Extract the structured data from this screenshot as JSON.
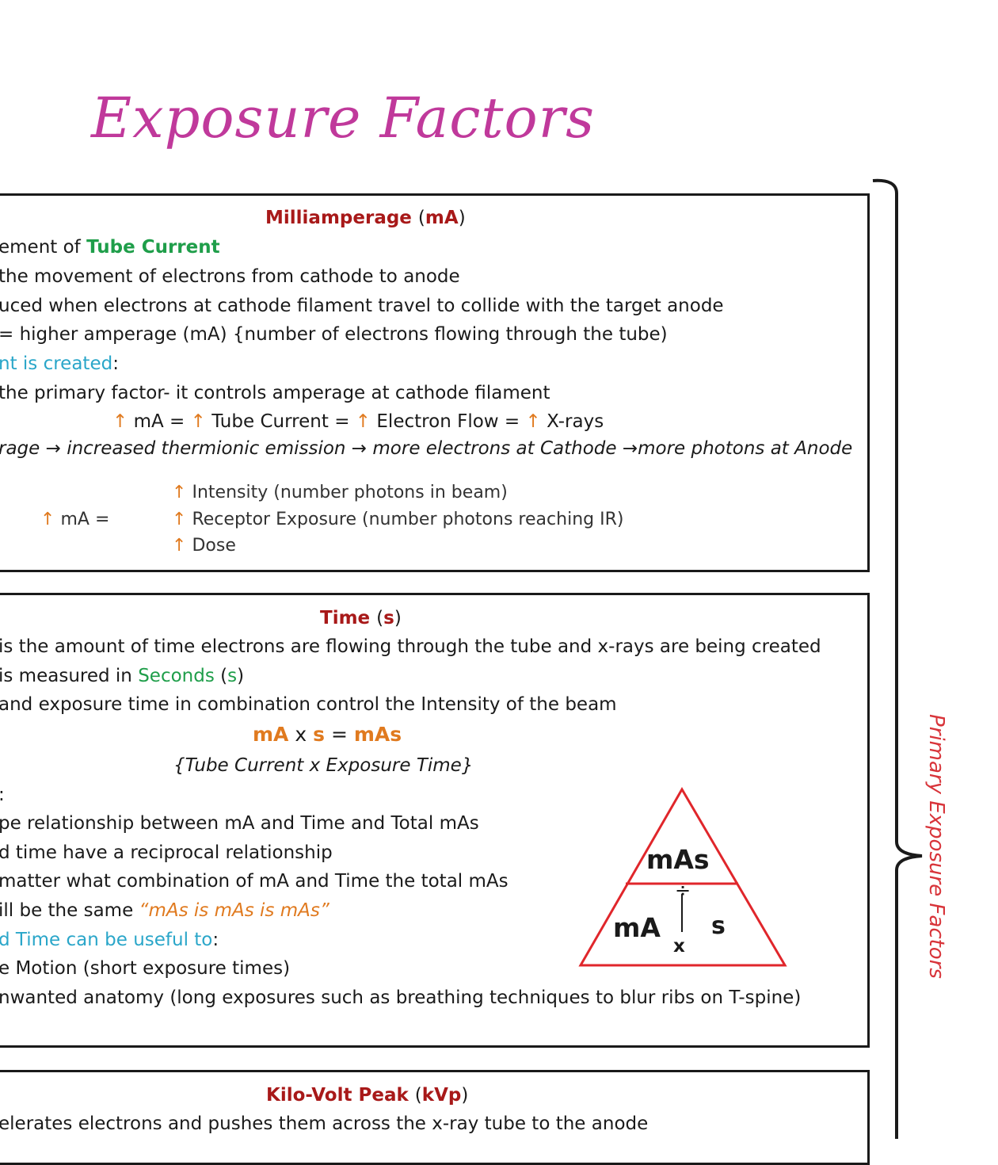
{
  "title": "Exposure Factors",
  "side_label": "Primary Exposure Factors",
  "ma_section": {
    "heading": "Milliamperage",
    "heading_abbr": "mA",
    "l1_pre": "ement of ",
    "l1_hl": "Tube Current",
    "l2": " the movement of electrons from cathode to anode",
    "l3": "uced when electrons at cathode filament travel to collide with the target anode",
    "l4": "= higher amperage (mA) {number of electrons flowing through the tube)",
    "l5_hl": "nt is created",
    "l5_post": ":",
    "l6": "the primary factor- it controls amperage at cathode filament",
    "l7": "↑ mA = ↑ Tube Current = ↑ Electron Flow = ↑ X-rays",
    "l8": "rage → increased thermionic emission → more electrons at Cathode →more photons at Anode",
    "effects_label": "↑ mA =",
    "effects": [
      "↑ Intensity (number photons in beam)",
      "↑ Receptor Exposure (number photons reaching IR)",
      "↑ Dose"
    ]
  },
  "time_section": {
    "heading": "Time",
    "heading_abbr": "s",
    "l1": " is the amount of time electrons are flowing through the tube and x-rays are being created",
    "l2_pre": " is measured in ",
    "l2_hl": "Seconds",
    "l2_abbr": "s",
    "l3": "and exposure time in combination control the Intensity of the beam",
    "formula_ma": "mA",
    "formula_x": "x",
    "formula_s": "s",
    "formula_eq": "=",
    "formula_mas": "mAs",
    "formula_desc": "{Tube Current x Exposure Time}",
    "l4": ":",
    "l5": "pe relationship between mA and Time and Total mAs",
    "l6": "d time have a reciprocal relationship",
    "l7": " matter what combination of mA and Time the total mAs",
    "l8_pre": "ill be the same ",
    "l8_quote": "“mAs is mAs is mAs”",
    "l9_hl": "d Time can be useful to",
    "l9_post": ":",
    "l10": "e Motion (short exposure times)",
    "l11": "nwanted anatomy (long exposures such as breathing techniques to blur ribs on T-spine)",
    "triangle": {
      "top": "mAs",
      "divide": "÷",
      "left": "mA",
      "right": "s",
      "times": "x"
    }
  },
  "kvp_section": {
    "heading": "Kilo-Volt Peak",
    "heading_abbr": "kVp",
    "l1": "elerates electrons and pushes them across the x-ray tube to the anode"
  },
  "colors": {
    "title": "#c0399b",
    "heading": "#a81919",
    "green": "#1f9e4a",
    "cyan": "#2aa6c9",
    "orange": "#e07a1f",
    "triangle": "#e0262b",
    "side_label": "#d8343a"
  }
}
